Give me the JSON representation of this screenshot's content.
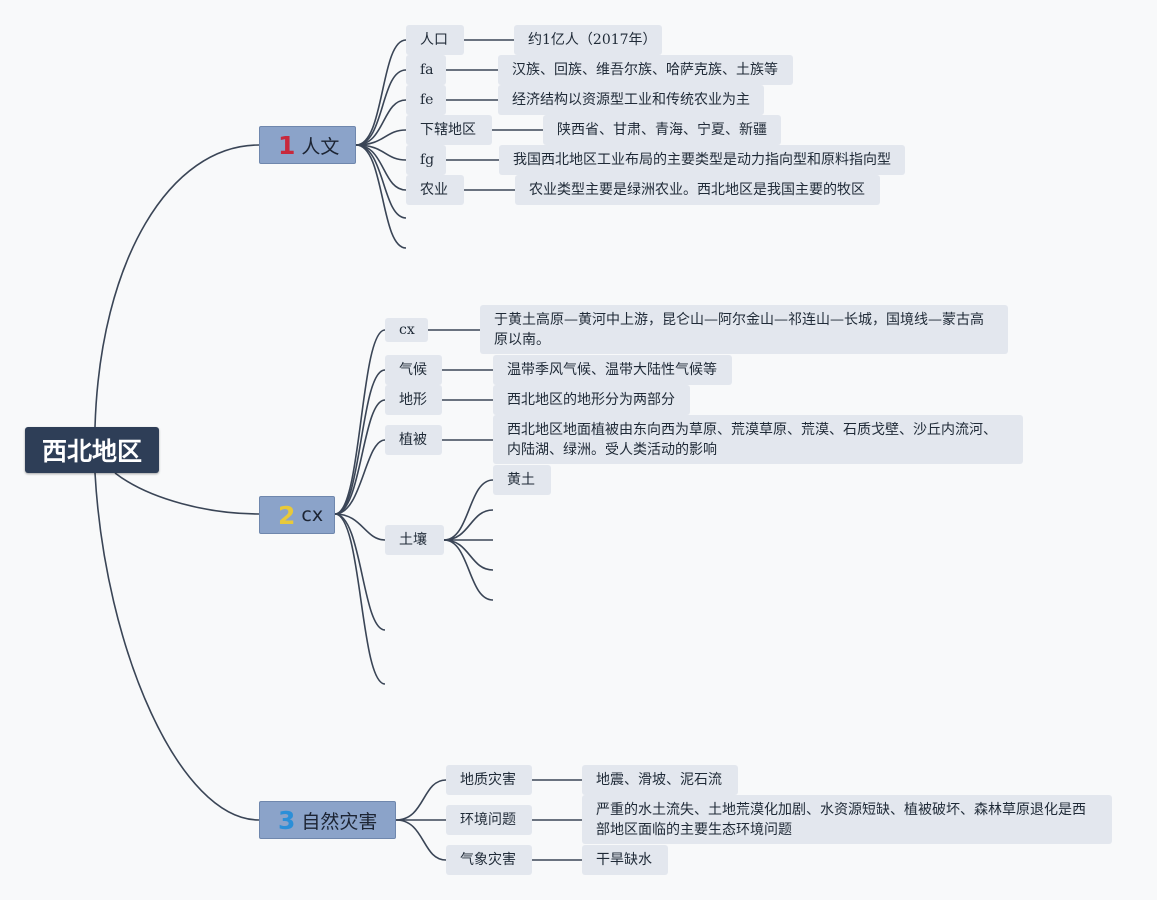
{
  "root": "西北地区",
  "branches": [
    {
      "number": "1",
      "number_color": "#c8283c",
      "label": "人文"
    },
    {
      "number": "2",
      "number_color": "#e8c93a",
      "label": "cx"
    },
    {
      "number": "3",
      "number_color": "#2b8fd8",
      "label": "自然灾害"
    }
  ],
  "humanities": [
    {
      "label": "人口",
      "value": "约1亿人（2017年）"
    },
    {
      "label": "fa",
      "value": "汉族、回族、维吾尔族、哈萨克族、土族等"
    },
    {
      "label": "fe",
      "value": "经济结构以资源型工业和传统农业为主"
    },
    {
      "label": "下辖地区",
      "value": "陕西省、甘肃、青海、宁夏、新疆"
    },
    {
      "label": "fg",
      "value": "我国西北地区工业布局的主要类型是动力指向型和原料指向型"
    },
    {
      "label": "农业",
      "value": "农业类型主要是绿洲农业。西北地区是我国主要的牧区"
    }
  ],
  "cx": [
    {
      "label": "cx",
      "value": "于黄土高原—黄河中上游，昆仑山—阿尔金山—祁连山—长城，国境线—蒙古高原以南。"
    },
    {
      "label": "气候",
      "value": "温带季风气候、温带大陆性气候等"
    },
    {
      "label": "地形",
      "value": "西北地区的地形分为两部分"
    },
    {
      "label": "植被",
      "value": "西北地区地面植被由东向西为草原、荒漠草原、荒漠、石质戈壁、沙丘内流河、内陆湖、绿洲。受人类活动的影响"
    },
    {
      "label": "土壤",
      "value": "黄土"
    }
  ],
  "disasters": [
    {
      "label": "地质灾害",
      "value": "地震、滑坡、泥石流"
    },
    {
      "label": "环境问题",
      "value": "严重的水土流失、土地荒漠化加剧、水资源短缺、植被破坏、森林草原退化是西部地区面临的主要生态环境问题"
    },
    {
      "label": "气象灾害",
      "value": "干旱缺水"
    }
  ]
}
